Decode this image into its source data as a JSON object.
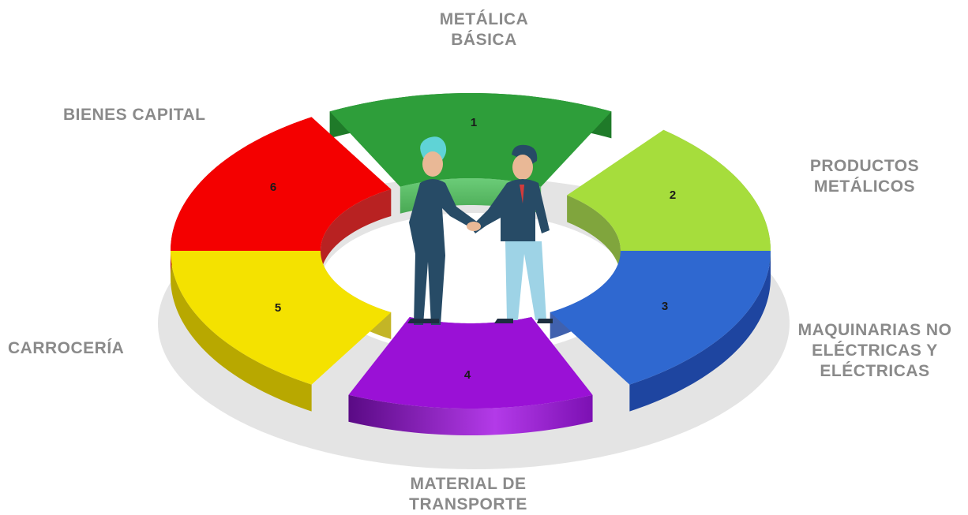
{
  "diagram": {
    "segments": [
      {
        "number": "1",
        "label_lines": [
          "METÁLICA",
          "BÁSICA"
        ],
        "color": "#2e9e3a",
        "side": "#1f7a29"
      },
      {
        "number": "2",
        "label_lines": [
          "PRODUCTOS",
          "METÁLICOS"
        ],
        "color": "#a6dd3c",
        "side": "#6e9a20"
      },
      {
        "number": "3",
        "label_lines": [
          "MAQUINARIAS NO",
          "ELÉCTRICAS Y",
          "ELÉCTRICAS"
        ],
        "color": "#2f68d0",
        "side": "#1e45a0"
      },
      {
        "number": "4",
        "label_lines": [
          "MATERIAL DE",
          "TRANSPORTE"
        ],
        "color": "#9a11d6",
        "side": "#6a0a99"
      },
      {
        "number": "5",
        "label_lines": [
          "CARROCERÍA"
        ],
        "color": "#f4e200",
        "side": "#b8a800"
      },
      {
        "number": "6",
        "label_lines": [
          "BIENES CAPITAL"
        ],
        "color": "#f40000",
        "side": "#b00000"
      }
    ],
    "center_icon": "handshake-businessmen-icon",
    "label_color": "#8a8a8a"
  }
}
